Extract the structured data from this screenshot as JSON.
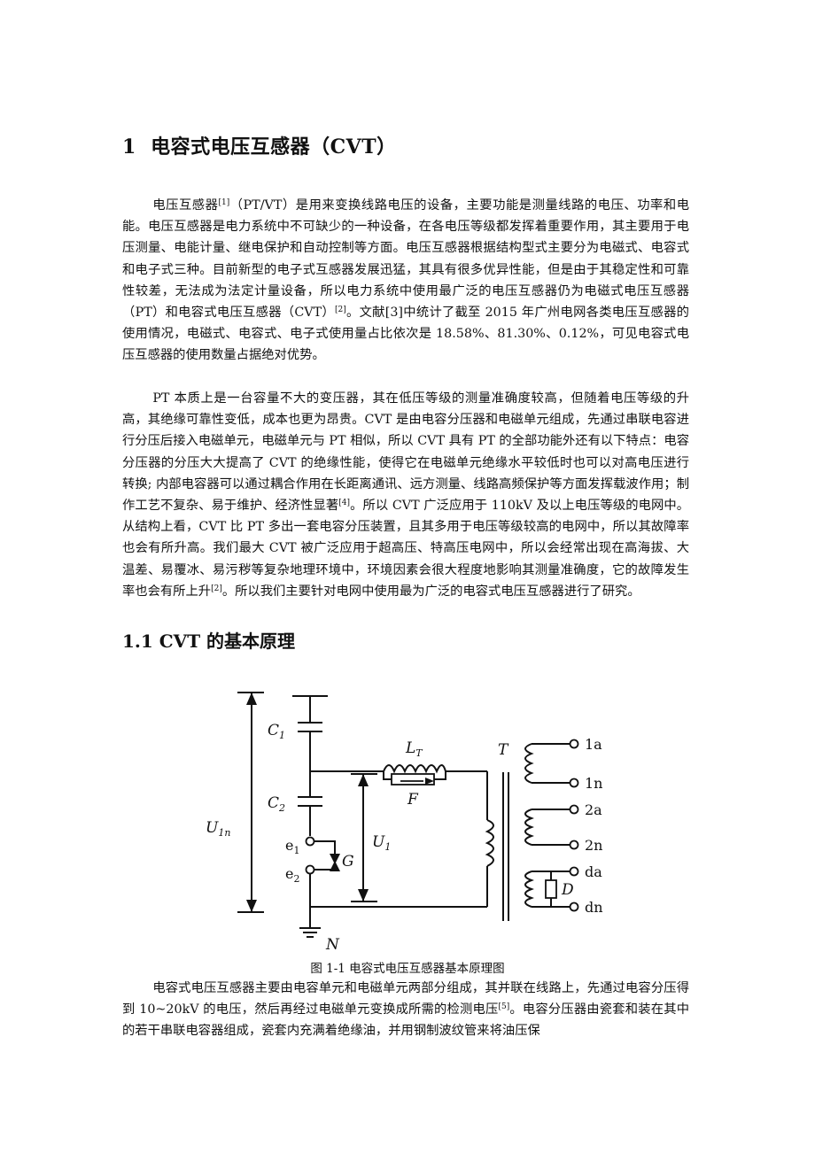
{
  "section": {
    "number": "1",
    "title": "电容式电压互感器（CVT）"
  },
  "paragraphs": {
    "p1": {
      "a": "电压互感器",
      "ref1": "[1]",
      "b": "（PT/VT）是用来变换线路电压的设备，主要功能是测量线路的电压、功率和电能。电压互感器是电力系统中不可缺少的一种设备，在各电压等级都发挥着重要作用，其主要用于电压测量、电能计量、继电保护和自动控制等方面。电压互感器根据结构型式主要分为电磁式、电容式和电子式三种。目前新型的电子式互感器发展迅猛，其具有很多优异性能，但是由于其稳定性和可靠性较差，无法成为法定计量设备，所以电力系统中使用最广泛的电压互感器仍为电磁式电压互感器（PT）和电容式电压互感器（CVT）",
      "ref2": "[2]",
      "c": "。文献[3]中统计了截至 2015 年广州电网各类电压互感器的使用情况，电磁式、电容式、电子式使用量占比依次是 18.58%、81.30%、0.12%，可见电容式电压互感器的使用数量占据绝对优势。"
    },
    "p2": {
      "a": "PT 本质上是一台容量不大的变压器，其在低压等级的测量准确度较高，但随着电压等级的升高，其绝缘可靠性变低，成本也更为昂贵。CVT 是由电容分压器和电磁单元组成，先通过串联电容进行分压后接入电磁单元，电磁单元与 PT 相似，所以 CVT 具有 PT 的全部功能外还有以下特点：电容分压器的分压大大提高了 CVT 的绝缘性能，使得它在电磁单元绝缘水平较低时也可以对高电压进行转换; 内部电容器可以通过耦合作用在长距离通讯、远方测量、线路高频保护等方面发挥载波作用；制作工艺不复杂、易于维护、经济性显著",
      "ref1": "[4]",
      "b": "。所以 CVT 广泛应用于 110kV 及以上电压等级的电网中。从结构上看，CVT 比 PT 多出一套电容分压装置，且其多用于电压等级较高的电网中，所以其故障率也会有所升高。我们最大 CVT 被广泛应用于超高压、特高压电网中，所以会经常出现在高海拔、大温差、易覆冰、易污秽等复杂地理环境中，环境因素会很大程度地影响其测量准确度，它的故障发生率也会有所上升",
      "ref2": "[2]",
      "c": "。所以我们主要针对电网中使用最为广泛的电容式电压互感器进行了研究。"
    },
    "p3": {
      "a": "电容式电压互感器主要由电容单元和电磁单元两部分组成，其并联在线路上，先通过电容分压得到 10~20kV 的电压，然后再经过电磁单元变换成所需的检测电压",
      "ref1": "[5]",
      "b": "。电容分压器由瓷套和装在其中的若干串联电容器组成，瓷套内充满着绝缘油，并用钢制波纹管来将油压保"
    }
  },
  "subsection": {
    "title": "1.1 CVT 的基本原理"
  },
  "figure": {
    "caption": "图 1-1  电容式电压互感器基本原理图",
    "labels": {
      "c1": "C",
      "c1_sub": "1",
      "c2": "C",
      "c2_sub": "2",
      "u1n": "U",
      "u1n_sub": "1n",
      "u1": "U",
      "u1_sub": "1",
      "lt": "L",
      "lt_sub": "T",
      "f": "F",
      "g": "G",
      "t": "T",
      "d": "D",
      "n": "N",
      "e1": "e",
      "e1_sub": "1",
      "e2": "e",
      "e2_sub": "2",
      "t1a": "1a",
      "t1n": "1n",
      "t2a": "2a",
      "t2n": "2n",
      "tda": "da",
      "tdn": "dn"
    }
  }
}
